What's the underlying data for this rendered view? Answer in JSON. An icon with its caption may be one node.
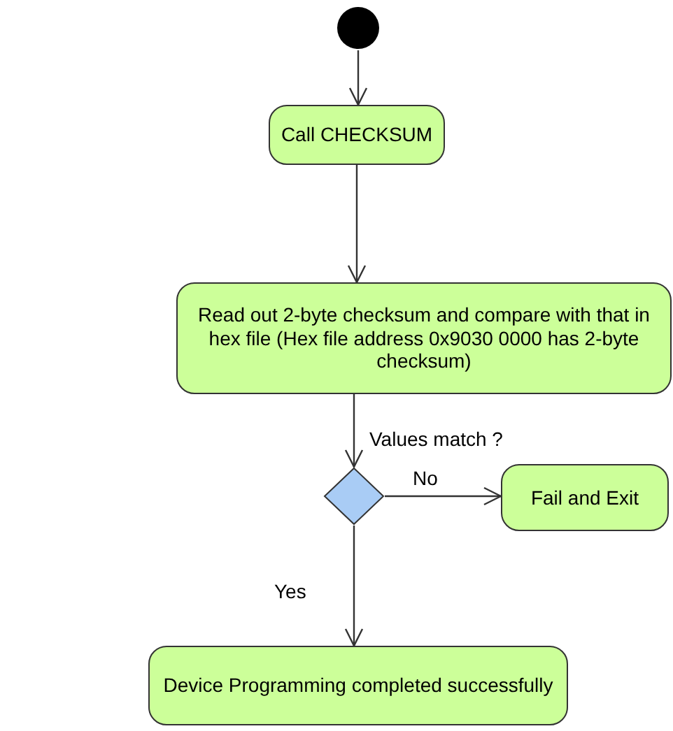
{
  "diagram": {
    "nodes": [
      {
        "text": [],
        "shape": "circle"
      },
      {
        "text": [
          "Call CHECKSUM"
        ]
      },
      {
        "text": [
          "Read out 2-byte checksum and compare with that in hex file (Hex file address 0x9030 0000 has 2-byte checksum)"
        ]
      },
      {
        "text": [],
        "shape": "diamond"
      },
      {
        "text": [
          "Fail and Exit"
        ]
      },
      {
        "text": [
          "Device Programming completed successfully"
        ]
      }
    ],
    "edges": [
      {
        "from": 0,
        "to": 1,
        "arrow": "to"
      },
      {
        "from": 1,
        "to": 2,
        "arrow": "to"
      },
      {
        "from": 2,
        "to": 3,
        "arrow": "to",
        "label": "Values match ?"
      },
      {
        "from": 3,
        "to": 4,
        "arrow": "to",
        "label": "No"
      },
      {
        "from": 3,
        "to": 5,
        "arrow": "to",
        "label": "Yes"
      }
    ]
  }
}
